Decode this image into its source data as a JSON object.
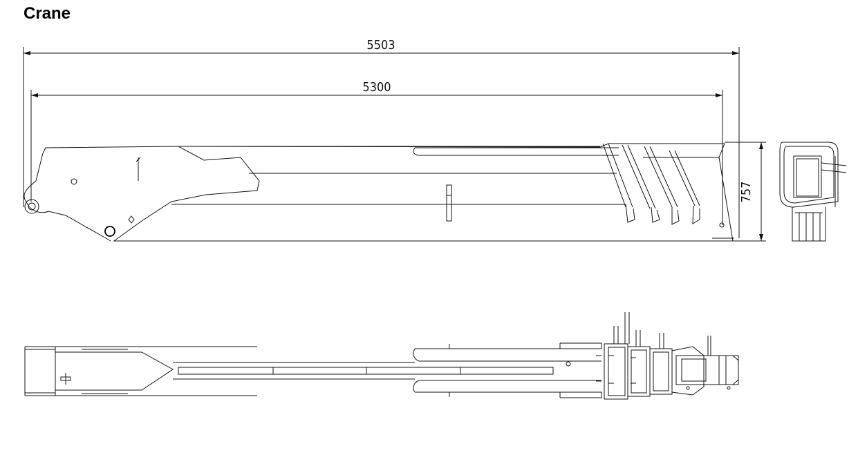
{
  "title": "Crane",
  "dimensions": {
    "overall_length": "5503",
    "boom_length": "5300",
    "height": "757"
  },
  "colors": {
    "line": "#111111",
    "background": "#ffffff"
  }
}
